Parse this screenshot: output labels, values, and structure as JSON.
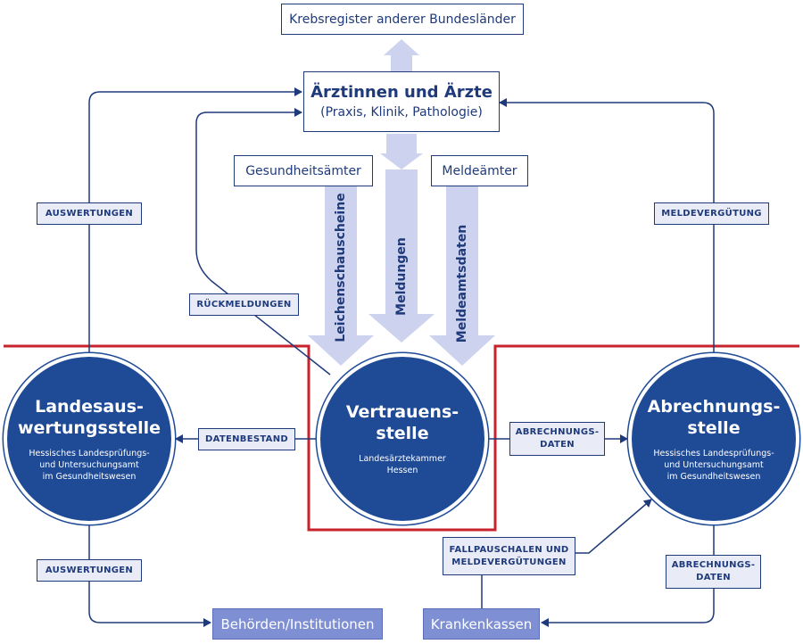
{
  "boxes": {
    "top": "Krebsregister anderer Bundesländer",
    "aerzte_title": "Ärztinnen und Ärzte",
    "aerzte_sub": "(Praxis, Klinik, Pathologie)",
    "gesundheitsaemter": "Gesundheitsämter",
    "meldeaemter": "Meldeämter"
  },
  "arrows": {
    "leichenschau": "Leichenschauscheine",
    "meldungen": "Meldungen",
    "meldeamtsdaten": "Meldeamtsdaten"
  },
  "tags": {
    "auswertungen_top": "AUSWERTUNGEN",
    "meldeverguetung": "MELDEVERGÜTUNG",
    "rueckmeldungen": "RÜCKMELDUNGEN",
    "datenbestand": "DATENBESTAND",
    "abrechnungsdaten_mid_1": "ABRECHNUNGS-",
    "abrechnungsdaten_mid_2": "DATEN",
    "auswertungen_bottom": "AUSWERTUNGEN",
    "fallpauschalen_1": "FALLPAUSCHALEN UND",
    "fallpauschalen_2": "MELDEVERGÜTUNGEN",
    "abrechnungsdaten_right_1": "ABRECHNUNGS-",
    "abrechnungsdaten_right_2": "DATEN"
  },
  "circles": {
    "left_title_1": "Landesaus-",
    "left_title_2": "wertungsstelle",
    "left_sub_1": "Hessisches Landesprüfungs-",
    "left_sub_2": "und Untersuchungsamt",
    "left_sub_3": "im Gesundheitswesen",
    "mid_title_1": "Vertrauens-",
    "mid_title_2": "stelle",
    "mid_sub_1": "Landesärztekammer",
    "mid_sub_2": "Hessen",
    "right_title_1": "Abrechnungs-",
    "right_title_2": "stelle",
    "right_sub_1": "Hessisches Landesprüfungs-",
    "right_sub_2": "und Untersuchungsamt",
    "right_sub_3": "im Gesundheitswesen"
  },
  "bottom": {
    "behoerden": "Behörden/Institutionen",
    "krankenkassen": "Krankenkassen"
  },
  "colors": {
    "navy": "#1f3a7a",
    "circle": "#1f4a96",
    "arrow_fill": "#cdd2ef",
    "red_line": "#c8232c",
    "bottom_box": "#7f8fd3"
  }
}
